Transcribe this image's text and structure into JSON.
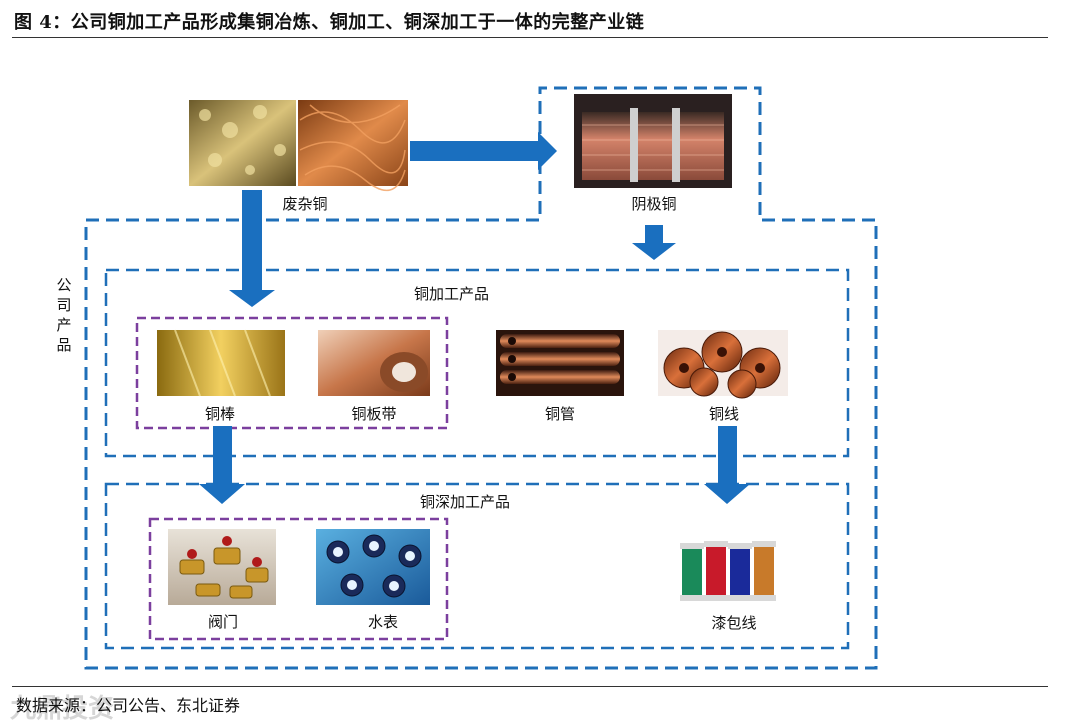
{
  "title": "图 4：公司铜加工产品形成集铜冶炼、铜加工、铜深加工于一体的完整产业链",
  "source": "数据来源：公司公告、东北证券",
  "watermark": "九鼎投资",
  "side_label": "公司产品",
  "sections": {
    "processing": "铜加工产品",
    "deep_processing": "铜深加工产品"
  },
  "nodes": {
    "scrap_copper": "废杂铜",
    "cathode_copper": "阴极铜",
    "copper_rod": "铜棒",
    "copper_strip": "铜板带",
    "copper_tube": "铜管",
    "copper_wire": "铜线",
    "valve": "阀门",
    "water_meter": "水表",
    "enameled_wire": "漆包线"
  },
  "colors": {
    "blue_dash": "#1f6fb8",
    "purple_dash": "#7b3f9e",
    "arrow": "#1a6fbf"
  }
}
